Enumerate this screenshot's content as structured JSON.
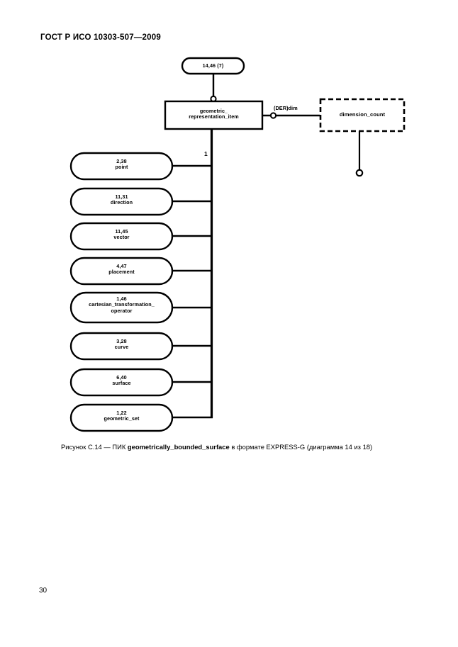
{
  "document": {
    "header": "ГОСТ Р ИСО 10303-507—2009",
    "page_number": "30"
  },
  "caption": {
    "prefix": "Рисунок С.14 — ПИК ",
    "entity": "geometrically_bounded_surface",
    "suffix": " в формате EXPRESS-G (диаграмма  14 из 18)"
  },
  "diagram": {
    "type": "express-g",
    "page_ref_box": {
      "label": "14,46 (7)",
      "shape": "rounded-page-reference"
    },
    "main_entity": {
      "line1": "geometric_",
      "line2": "representation_item",
      "shape": "rectangle"
    },
    "derived_attribute": {
      "label": "(DER)dim"
    },
    "dashed_entity": {
      "label": "dimension_count",
      "shape": "dashed-rectangle"
    },
    "cardinality": {
      "label": "1"
    },
    "subtypes": [
      {
        "ref": "2,38",
        "name": "point",
        "name2": ""
      },
      {
        "ref": "11,31",
        "name": "direction",
        "name2": ""
      },
      {
        "ref": "11,45",
        "name": "vector",
        "name2": ""
      },
      {
        "ref": "4,47",
        "name": "placement",
        "name2": ""
      },
      {
        "ref": "1,46",
        "name": "cartesian_transformation_",
        "name2": "operator"
      },
      {
        "ref": "3,28",
        "name": "curve",
        "name2": ""
      },
      {
        "ref": "6,40",
        "name": "surface",
        "name2": ""
      },
      {
        "ref": "1,22",
        "name": "geometric_set",
        "name2": ""
      }
    ],
    "colors": {
      "stroke": "#000000",
      "background": "#ffffff"
    }
  }
}
